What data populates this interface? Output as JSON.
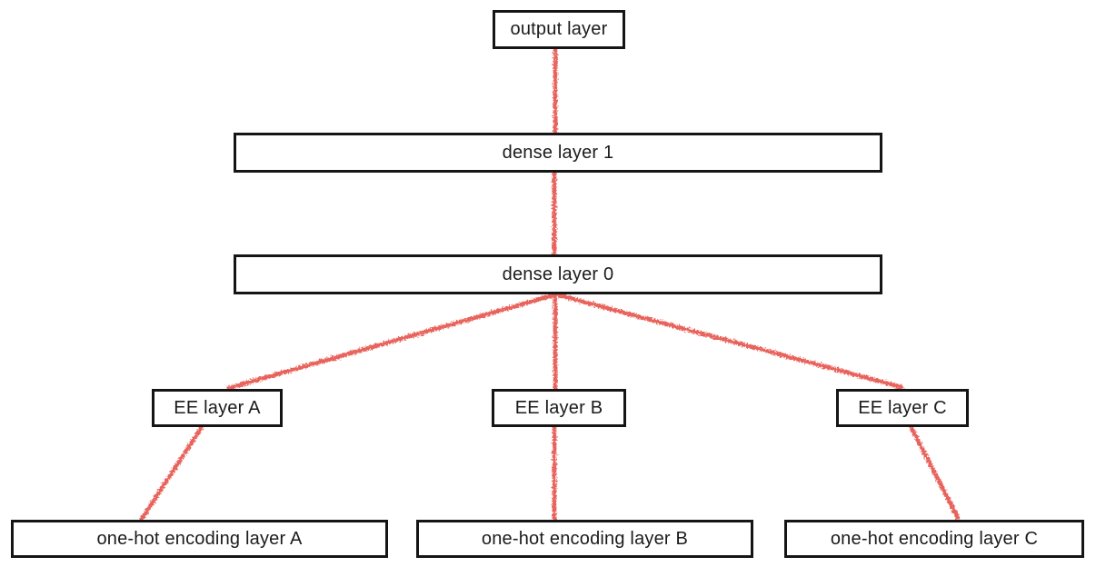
{
  "diagram": {
    "type": "network-architecture",
    "colors": {
      "edge": "#e8635b",
      "box_border": "#151515",
      "box_fill": "#ffffff",
      "text": "#1b1b1d",
      "background": "#ffffff"
    },
    "nodes": {
      "output": {
        "label": "output layer"
      },
      "dense1": {
        "label": "dense layer 1"
      },
      "dense0": {
        "label": "dense layer 0"
      },
      "ee_a": {
        "label": "EE layer A"
      },
      "ee_b": {
        "label": "EE layer B"
      },
      "ee_c": {
        "label": "EE layer C"
      },
      "onehot_a": {
        "label": "one-hot encoding layer A"
      },
      "onehot_b": {
        "label": "one-hot encoding layer B"
      },
      "onehot_c": {
        "label": "one-hot encoding layer C"
      }
    },
    "edges": [
      {
        "from": "output",
        "to": "dense1"
      },
      {
        "from": "dense1",
        "to": "dense0"
      },
      {
        "from": "dense0",
        "to": "ee_a"
      },
      {
        "from": "dense0",
        "to": "ee_b"
      },
      {
        "from": "dense0",
        "to": "ee_c"
      },
      {
        "from": "ee_a",
        "to": "onehot_a"
      },
      {
        "from": "ee_b",
        "to": "onehot_b"
      },
      {
        "from": "ee_c",
        "to": "onehot_c"
      }
    ]
  }
}
